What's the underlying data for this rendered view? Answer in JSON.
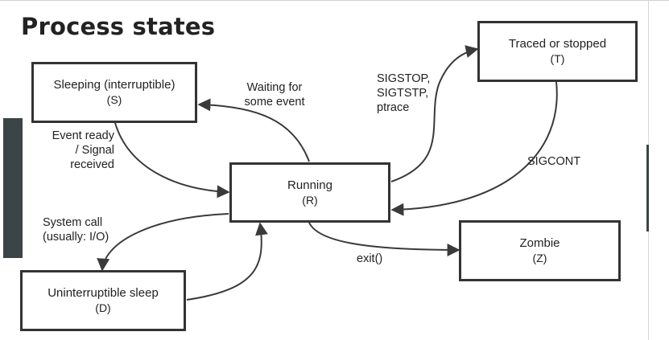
{
  "title": "Process states",
  "colors": {
    "box_border": "#333333",
    "arrow": "#3a3a3a",
    "sidebar_accent": "#3b4446",
    "text": "#222222"
  },
  "states": {
    "sleeping": {
      "name": "Sleeping (interruptible)",
      "code": "(S)"
    },
    "running": {
      "name": "Running",
      "code": "(R)"
    },
    "traced": {
      "name": "Traced or stopped",
      "code": "(T)"
    },
    "zombie": {
      "name": "Zombie",
      "code": "(Z)"
    },
    "uninterruptible": {
      "name": "Uninterruptible sleep",
      "code": "(D)"
    }
  },
  "transitions": {
    "running_to_sleeping": [
      "Waiting for",
      "some event"
    ],
    "sleeping_to_running": [
      "Event ready",
      "/ Signal",
      "received"
    ],
    "running_to_traced": [
      "SIGSTOP,",
      "SIGTSTP,",
      "ptrace"
    ],
    "traced_to_running": [
      "SIGCONT"
    ],
    "running_to_uninterruptible": [
      "System call",
      "(usually: I/O)"
    ],
    "running_to_zombie": [
      "exit()"
    ]
  }
}
